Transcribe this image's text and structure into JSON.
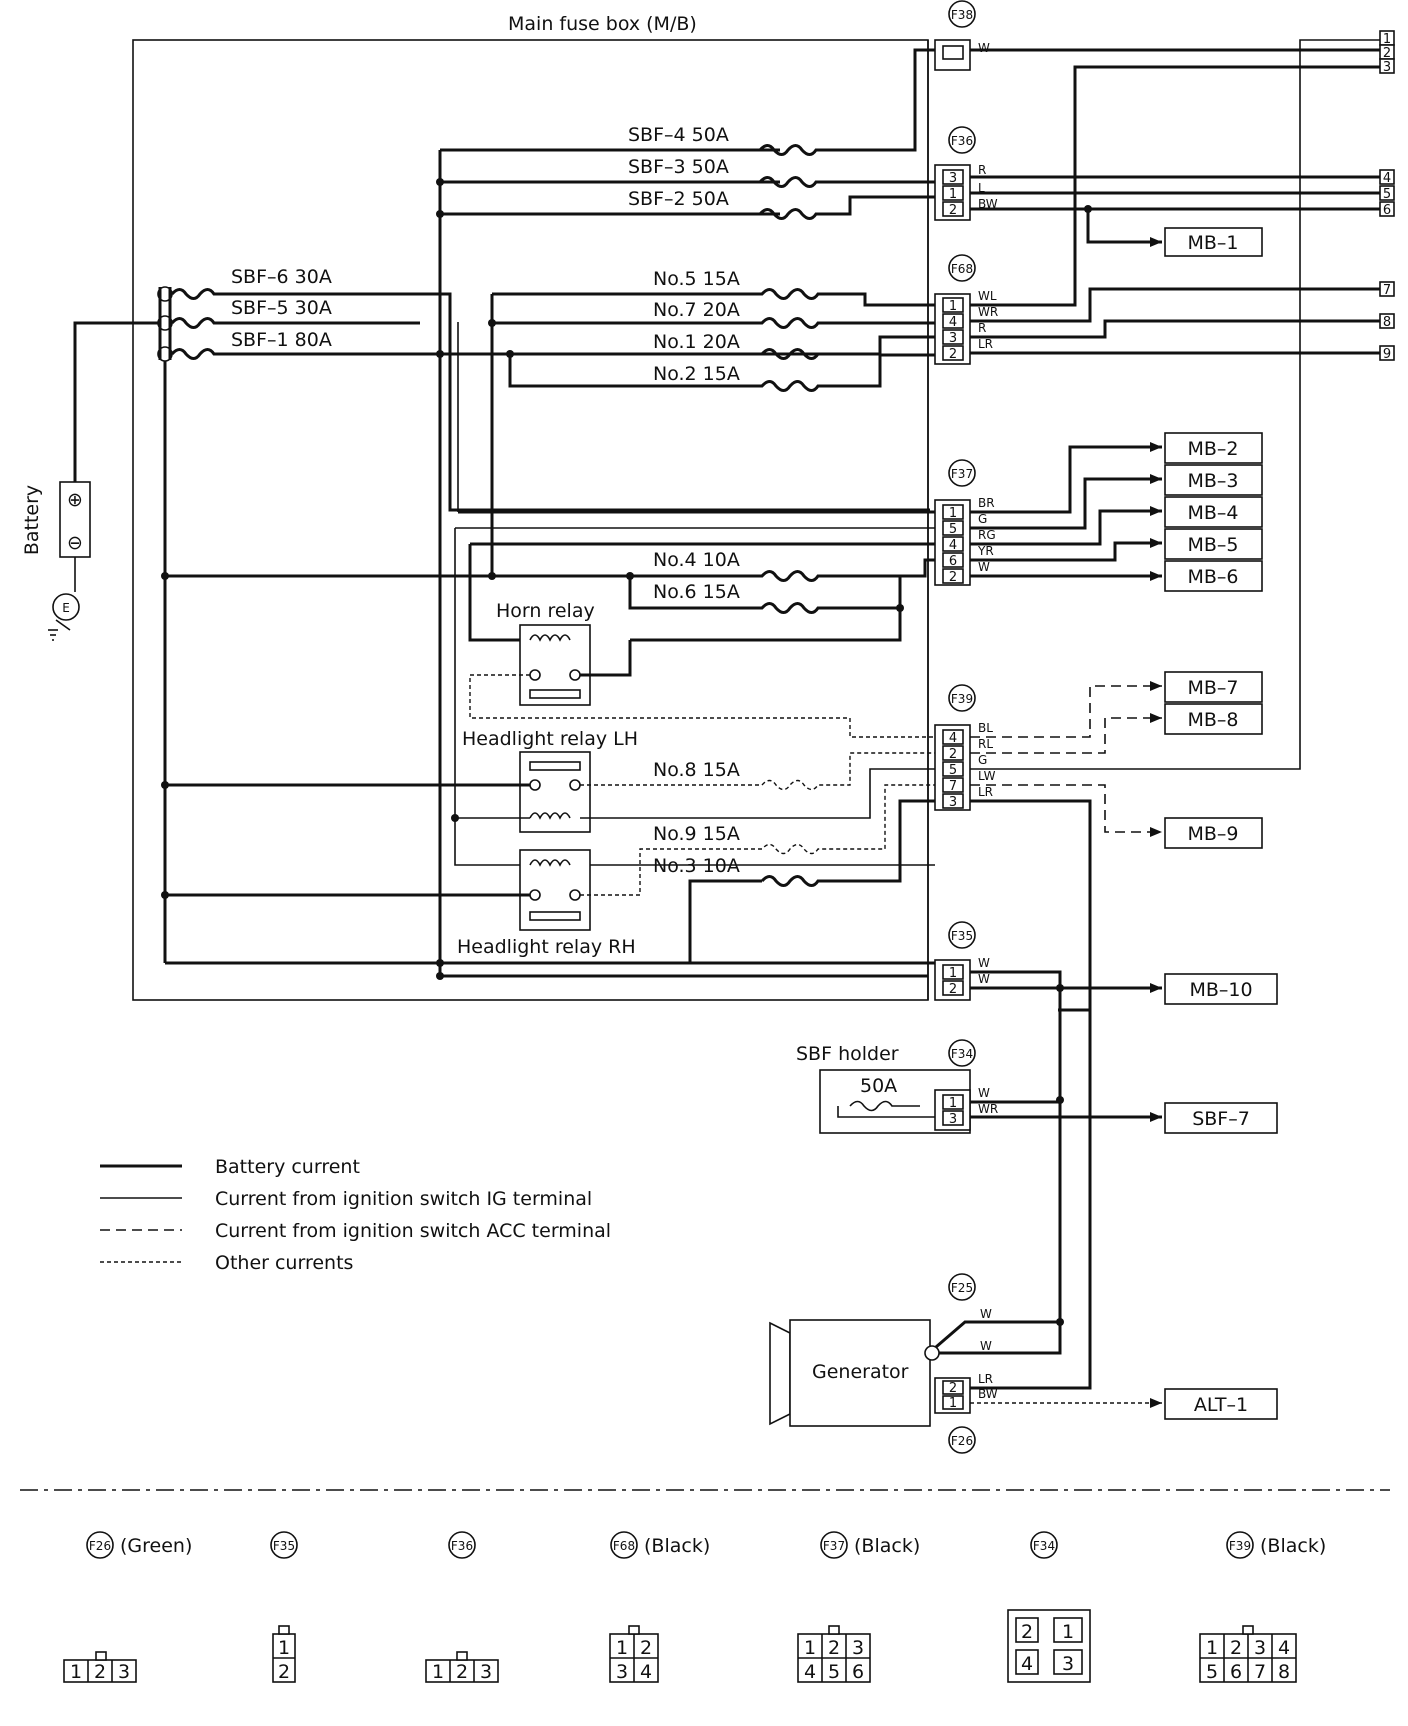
{
  "title": "Main fuse box (M/B)",
  "battery": {
    "label": "Battery",
    "plus": "⊕",
    "minus": "⊖",
    "ground": "E"
  },
  "connectors": {
    "F38": "F38",
    "F36": "F36",
    "F68": "F68",
    "F37": "F37",
    "F39": "F39",
    "F35": "F35",
    "F34": "F34",
    "F25": "F25",
    "F26": "F26"
  },
  "sbf": [
    {
      "label": "SBF–4 50A"
    },
    {
      "label": "SBF–3 50A"
    },
    {
      "label": "SBF–2 50A"
    },
    {
      "label": "SBF–6 30A"
    },
    {
      "label": "SBF–5 30A"
    },
    {
      "label": "SBF–1 80A"
    }
  ],
  "fuses": [
    {
      "label": "No.5 15A"
    },
    {
      "label": "No.7 20A"
    },
    {
      "label": "No.1 20A"
    },
    {
      "label": "No.2 15A"
    },
    {
      "label": "No.4 10A"
    },
    {
      "label": "No.6 15A"
    },
    {
      "label": "No.8 15A"
    },
    {
      "label": "No.9 15A"
    },
    {
      "label": "No.3 10A"
    }
  ],
  "relays": {
    "horn": "Horn relay",
    "lh": "Headlight relay LH",
    "rh": "Headlight relay RH"
  },
  "sbf_holder": {
    "label": "SBF holder",
    "fuse": "50A"
  },
  "generator": "Generator",
  "outputs": {
    "mb1": "MB–1",
    "mb2": "MB–2",
    "mb3": "MB–3",
    "mb4": "MB–4",
    "mb5": "MB–5",
    "mb6": "MB–6",
    "mb7": "MB–7",
    "mb8": "MB–8",
    "mb9": "MB–9",
    "mb10": "MB–10",
    "sbf7": "SBF–7",
    "alt1": "ALT–1"
  },
  "terminals": [
    "1",
    "2",
    "3",
    "4",
    "5",
    "6",
    "7",
    "8",
    "9"
  ],
  "wires": {
    "f38": [
      "W"
    ],
    "f36": [
      "R",
      "L",
      "BW"
    ],
    "f68": [
      "WL",
      "WR",
      "R",
      "LR"
    ],
    "f37": [
      "BR",
      "G",
      "RG",
      "YR",
      "W"
    ],
    "f39": [
      "BL",
      "RL",
      "G",
      "LW",
      "LR"
    ],
    "f35": [
      "W",
      "W"
    ],
    "f34": [
      "W",
      "WR"
    ],
    "f25": [
      "W",
      "W"
    ],
    "f26": [
      "LR",
      "BW"
    ]
  },
  "pins": {
    "f36": [
      "3",
      "1",
      "2"
    ],
    "f68": [
      "1",
      "4",
      "3",
      "2"
    ],
    "f37": [
      "1",
      "5",
      "4",
      "6",
      "2"
    ],
    "f39": [
      "4",
      "2",
      "5",
      "7",
      "3"
    ],
    "f35": [
      "1",
      "2"
    ],
    "f34": [
      "1",
      "3"
    ],
    "f26": [
      "2",
      "1"
    ]
  },
  "legend": [
    {
      "label": "Battery current"
    },
    {
      "label": "Current from ignition switch IG terminal"
    },
    {
      "label": "Current from ignition switch ACC terminal"
    },
    {
      "label": "Other currents"
    }
  ],
  "views": [
    {
      "id": "F26",
      "color": "(Green)",
      "cells": [
        "1",
        "2",
        "3"
      ]
    },
    {
      "id": "F35",
      "color": "",
      "cells": [
        "1",
        "2"
      ]
    },
    {
      "id": "F36",
      "color": "",
      "cells": [
        "1",
        "2",
        "3"
      ]
    },
    {
      "id": "F68",
      "color": "(Black)",
      "cells": [
        "1",
        "2",
        "3",
        "4"
      ]
    },
    {
      "id": "F37",
      "color": "(Black)",
      "cells": [
        "1",
        "2",
        "3",
        "4",
        "5",
        "6"
      ]
    },
    {
      "id": "F34",
      "color": "",
      "cells": [
        "2",
        "1",
        "4",
        "3"
      ]
    },
    {
      "id": "F39",
      "color": "(Black)",
      "cells": [
        "1",
        "2",
        "3",
        "4",
        "5",
        "6",
        "7",
        "8"
      ]
    }
  ]
}
